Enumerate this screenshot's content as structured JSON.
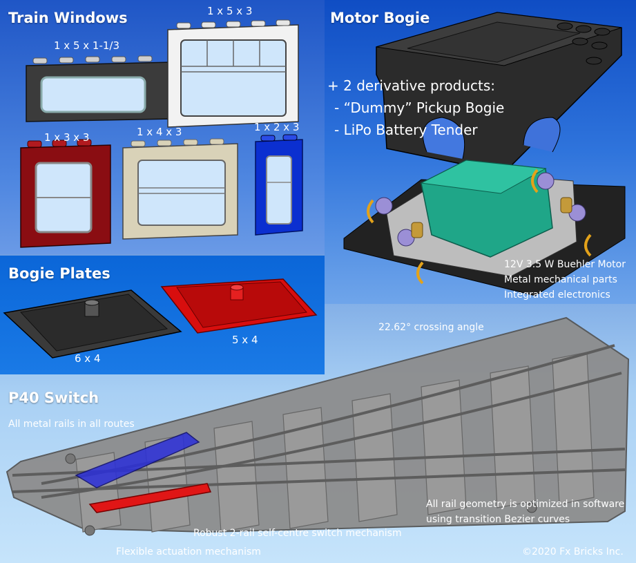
{
  "train_windows": {
    "title": "Train Windows",
    "labels": [
      "1 x 5 x 1-1/3",
      "1 x 5 x 3",
      "1 x 3 x 3",
      "1 x 4 x 3",
      "1 x 2 x 3"
    ]
  },
  "motor_bogie": {
    "title": "Motor Bogie",
    "derivatives": [
      "+ 2 derivative products:",
      "- “Dummy” Pickup Bogie",
      "- LiPo Battery Tender"
    ],
    "features": [
      "12V 3.5 W Buehler Motor",
      "Metal mechanical parts",
      "Integrated electronics"
    ]
  },
  "bogie_plates": {
    "title": "Bogie Plates",
    "labels": [
      "6 x 4",
      "5 x 4"
    ]
  },
  "switch": {
    "title": "P40 Switch",
    "notes": [
      "22.62° crossing angle",
      "All metal rails in all routes",
      "All rail geometry is optimized in software",
      "using transition Bezier curves",
      "Robust 2-rail self-centre switch mechanism",
      "Flexible actuation mechanism"
    ]
  },
  "copyright": "©2020 Fx Bricks Inc.",
  "colors": {
    "window_dark": "#3b3b3b",
    "window_white": "#f2f2f2",
    "window_red": "#8a0d12",
    "window_tan": "#d9d2b8",
    "window_blue": "#0b2fd0",
    "glass": "#cfe6fb",
    "motor_green": "#1fa688",
    "plate_red": "#d80e0e",
    "plate_dark": "#3a3a3a",
    "track_gray": "#8d8d8d"
  }
}
